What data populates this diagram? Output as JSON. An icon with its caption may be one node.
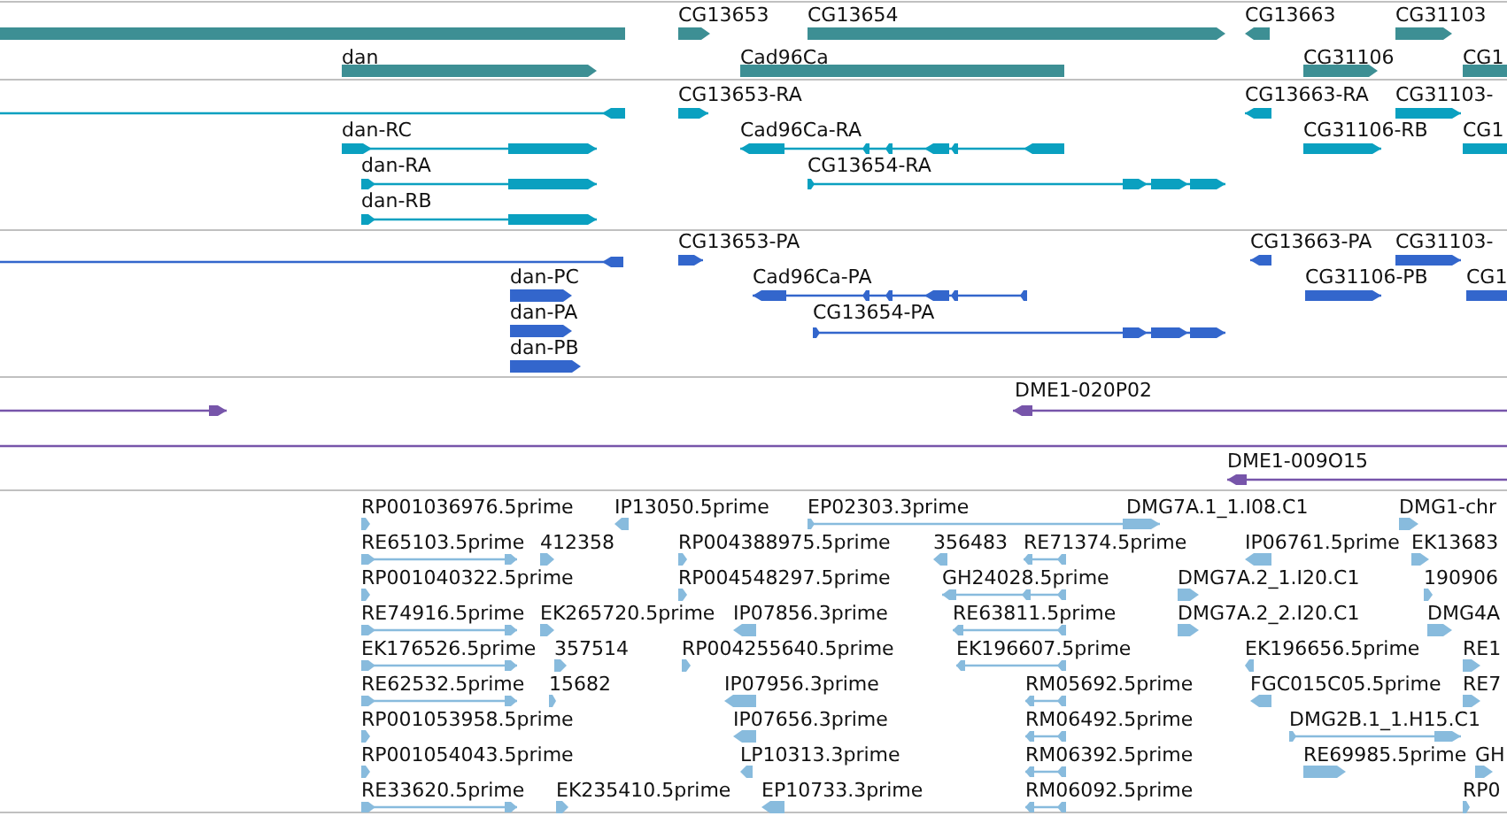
{
  "diagram": {
    "labels": [
      "CG13653",
      "CG13654",
      "CG13663",
      "CG31103",
      "dan",
      "Cad96Ca",
      "CG31106",
      "CG1",
      "CG13653-RA",
      "CG13663-RA",
      "CG31103-",
      "dan-RC",
      "Cad96Ca-RA",
      "CG31106-RB",
      "CG1",
      "dan-RA",
      "CG13654-RA",
      "dan-RB",
      "CG13653-PA",
      "CG13663-PA",
      "CG31103-",
      "dan-PC",
      "Cad96Ca-PA",
      "CG31106-PB",
      "CG1",
      "dan-PA",
      "CG13654-PA",
      "dan-PB",
      "DME1-020P02",
      "DME1-009O15",
      "RP001036976.5prime",
      "IP13050.5prime",
      "EP02303.3prime",
      "DMG7A.1_1.I08.C1",
      "DMG1-chr",
      "RE65103.5prime",
      "412358",
      "RP004388975.5prime",
      "356483",
      "RE71374.5prime",
      "IP06761.5prime",
      "EK13683",
      "RP001040322.5prime",
      "RP004548297.5prime",
      "GH24028.5prime",
      "DMG7A.2_1.I20.C1",
      "190906",
      "RE74916.5prime",
      "EK265720.5prime",
      "IP07856.3prime",
      "RE63811.5prime",
      "DMG7A.2_2.I20.C1",
      "DMG4A",
      "EK176526.5prime",
      "357514",
      "RP004255640.5prime",
      "EK196607.5prime",
      "EK196656.5prime",
      "RE1",
      "RE62532.5prime",
      "15682",
      "IP07956.3prime",
      "RM05692.5prime",
      "FGC015C05.5prime",
      "RE7",
      "RP001053958.5prime",
      "IP07656.3prime",
      "RM06492.5prime",
      "DMG2B.1_1.H15.C1",
      "RP001054043.5prime",
      "LP10313.3prime",
      "RM06392.5prime",
      "RE69985.5prime",
      "GH",
      "RE33620.5prime",
      "EK235410.5prime",
      "EP10733.3prime",
      "RM06092.5prime",
      "RP0"
    ]
  }
}
